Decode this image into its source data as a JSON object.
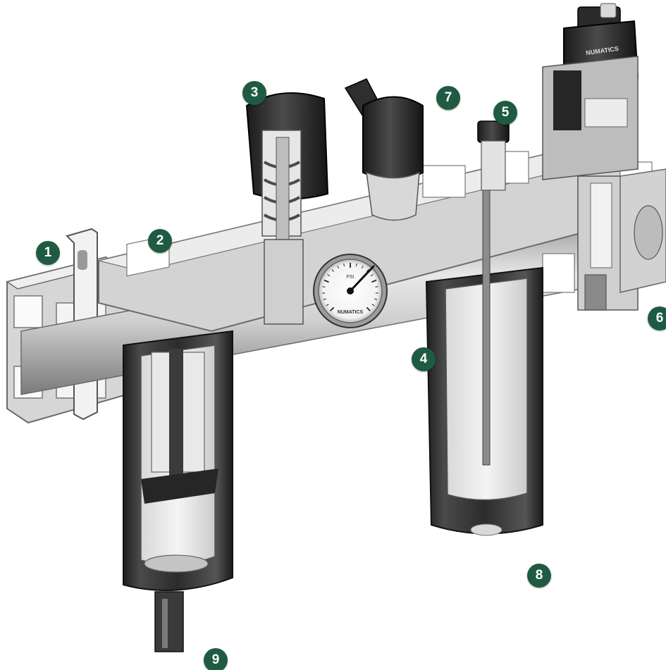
{
  "colors": {
    "callout_bg": "#1f5b43",
    "callout_text": "#ffffff",
    "metal_light": "#e3e3e3",
    "metal_mid": "#b9b9b9",
    "metal_dark": "#6b6b6b",
    "body_dark": "#2a2a2a",
    "bowl_glass": "#dcdcdc"
  },
  "brand_text": "NUMATICS",
  "gauge": {
    "unit_label": "PSI",
    "brand": "NUMATICS"
  },
  "callouts": [
    {
      "id": "1",
      "label": "1"
    },
    {
      "id": "2",
      "label": "2"
    },
    {
      "id": "3",
      "label": "3"
    },
    {
      "id": "4",
      "label": "4"
    },
    {
      "id": "5",
      "label": "5"
    },
    {
      "id": "6",
      "label": "6"
    },
    {
      "id": "7",
      "label": "7"
    },
    {
      "id": "8",
      "label": "8"
    },
    {
      "id": "9",
      "label": "9"
    }
  ]
}
